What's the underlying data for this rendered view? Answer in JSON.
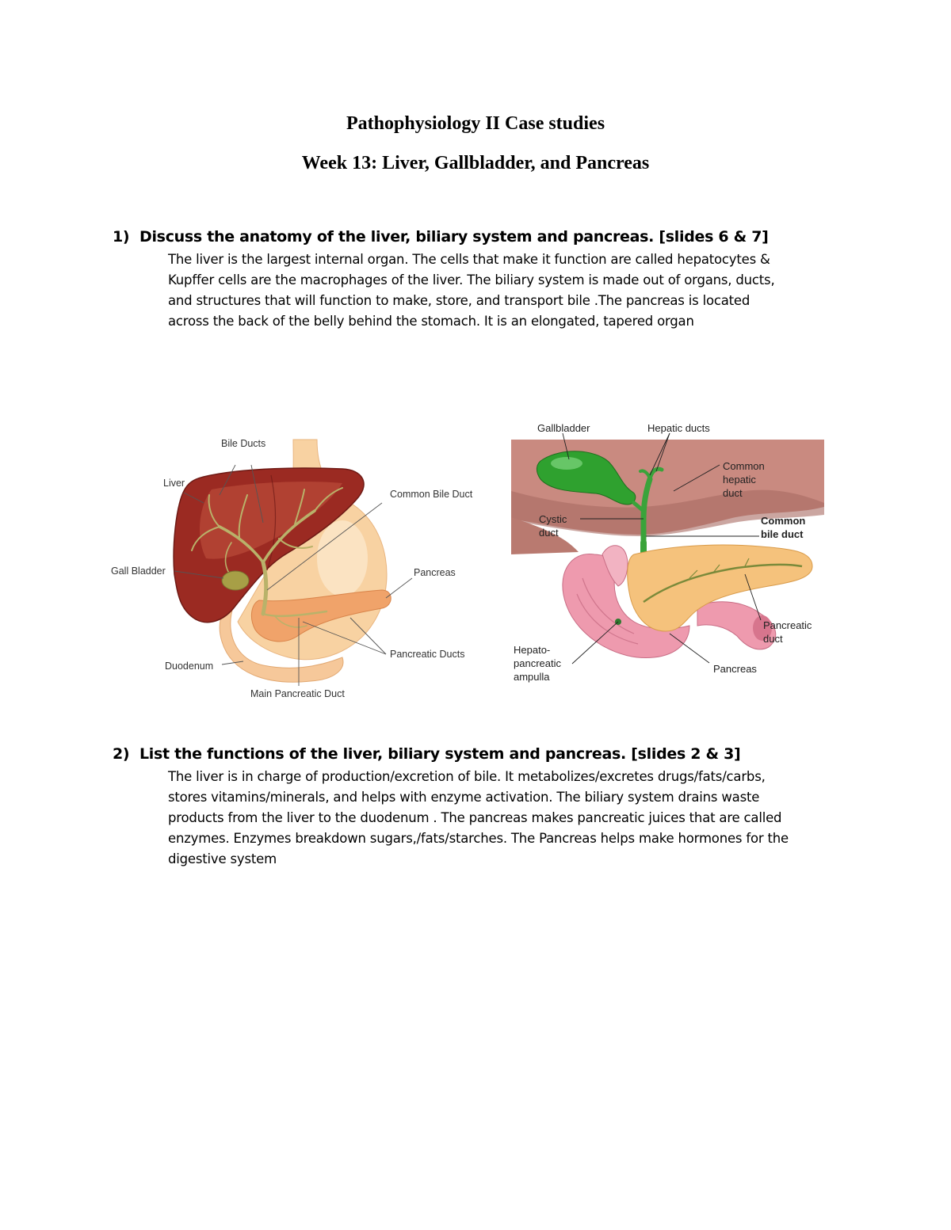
{
  "document": {
    "title": "Pathophysiology II Case studies",
    "subtitle": "Week 13: Liver, Gallbladder, and Pancreas"
  },
  "questions": [
    {
      "number": "1)",
      "prompt": "Discuss the anatomy of the liver, biliary system and pancreas. [slides 6 & 7]",
      "answer_lines": [
        "The liver is the largest internal organ. The cells that make it function are called hepatocytes &",
        "Kupffer cells are the macrophages of the liver. The biliary system is made out of organs, ducts,",
        "and structures that will function to make, store, and transport bile .The pancreas is located",
        "across the back of the belly behind the stomach. It is an elongated, tapered organ"
      ]
    },
    {
      "number": "2)",
      "prompt": "List the functions of the liver, biliary system and pancreas. [slides 2 & 3]",
      "answer_lines": [
        "The liver is in charge of production/excretion of bile. It metabolizes/excretes drugs/fats/carbs,",
        "stores vitamins/minerals, and helps with enzyme activation. The biliary system drains waste",
        "products from the liver to the duodenum . The pancreas makes pancreatic juices that are called",
        "enzymes. Enzymes breakdown sugars,/fats/starches. The Pancreas helps make hormones for the",
        "digestive system"
      ]
    }
  ],
  "figure_left": {
    "labels": {
      "bile_ducts": "Bile Ducts",
      "liver": "Liver",
      "common_bile_duct": "Common Bile Duct",
      "gall_bladder": "Gall Bladder",
      "pancreas": "Pancreas",
      "pancreatic_ducts": "Pancreatic Ducts",
      "duodenum": "Duodenum",
      "main_pancreatic_duct": "Main Pancreatic Duct"
    }
  },
  "figure_right": {
    "labels": {
      "gallbladder": "Gallbladder",
      "hepatic_ducts": "Hepatic ducts",
      "common_hepatic_1": "Common",
      "common_hepatic_2": "hepatic",
      "common_hepatic_3": "duct",
      "cystic_1": "Cystic",
      "cystic_2": "duct",
      "common_bile_1": "Common",
      "common_bile_2": "bile duct",
      "pancreatic_duct_1": "Pancreatic",
      "pancreatic_duct_2": "duct",
      "ampulla_1": "Hepato-",
      "ampulla_2": "pancreatic",
      "ampulla_3": "ampulla",
      "pancreas": "Pancreas"
    }
  },
  "colors": {
    "liver": "#9b2a22",
    "liver_light": "#c2533f",
    "stomach": "#f8d2a2",
    "pancreas": "#f0a36a",
    "duct": "#b9b26a",
    "gallbladder_green": "#2fa12f",
    "intestine_pink": "#ee9aae"
  }
}
